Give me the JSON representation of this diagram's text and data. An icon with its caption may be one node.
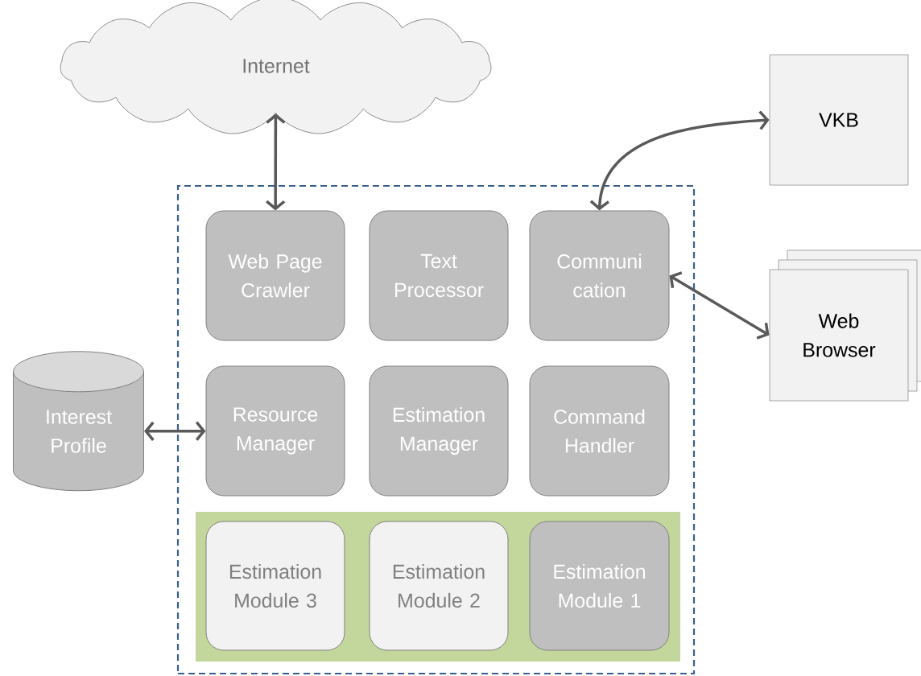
{
  "diagram": {
    "nodes": [
      {
        "text": [
          "Internet"
        ]
      },
      {
        "text": [],
        "shape": "box"
      },
      {
        "text": [
          "Web Page Crawler"
        ],
        "in": 1
      },
      {
        "text": [
          "Text Processor"
        ],
        "in": 1
      },
      {
        "text": [
          "Communi cation"
        ],
        "in": 1
      },
      {
        "text": [
          "Resource Manager"
        ],
        "in": 1
      },
      {
        "text": [
          "Estimation Manager"
        ],
        "in": 1
      },
      {
        "text": [
          "Command Handler"
        ],
        "in": 1
      },
      {
        "text": [],
        "shape": "box",
        "in": 1
      },
      {
        "text": [
          "Estimation Module 3"
        ],
        "in": 8
      },
      {
        "text": [
          "Estimation Module 2"
        ],
        "in": 8
      },
      {
        "text": [
          "Estimation Module 1"
        ],
        "in": 8
      },
      {
        "text": [
          "VKB"
        ]
      },
      {
        "text": [
          "Web Browser"
        ]
      },
      {
        "text": [
          "Interest Profile"
        ]
      }
    ],
    "edges": [
      {
        "from": 0,
        "to": 2,
        "arrow": "both"
      },
      {
        "from": 4,
        "to": 12,
        "arrow": "both"
      },
      {
        "from": 4,
        "to": 13,
        "arrow": "both"
      },
      {
        "from": 14,
        "to": 5,
        "arrow": "both"
      }
    ]
  }
}
